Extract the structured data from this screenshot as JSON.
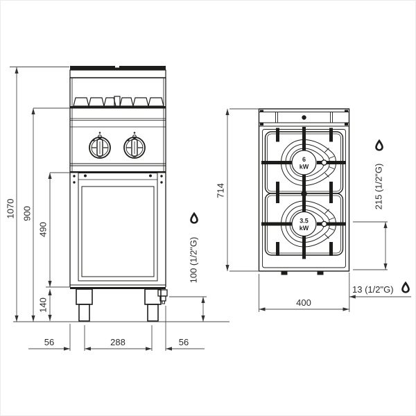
{
  "diagram": {
    "type": "technical-drawing-gas-range-2-burner",
    "background": "#ffffff",
    "line_color": "#1d1d1b",
    "dims": {
      "total_height": "1070",
      "worktop_height": "900",
      "base_height": "490",
      "leg_height": "140",
      "foot_offset_left": "56",
      "foot_spacing": "288",
      "foot_offset_right": "56",
      "gas_height": "100 (1/2\"G)",
      "depth": "714",
      "gas_depth": "215 (1/2\"G)",
      "gas_side_offset": "13 (1/2\"G)",
      "width": "400"
    },
    "burners": [
      {
        "power": "6",
        "unit": "kW"
      },
      {
        "power": "3.5",
        "unit": "kW"
      }
    ],
    "icons": {
      "gas_drop": "gas-drop-icon"
    }
  }
}
